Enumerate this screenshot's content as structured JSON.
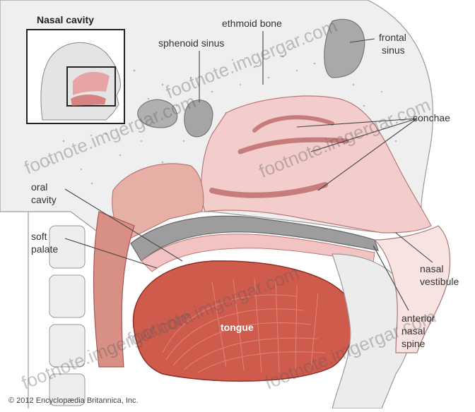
{
  "inset": {
    "title": "Nasal cavity"
  },
  "labels": {
    "ethmoid_bone": "ethmoid bone",
    "sphenoid_sinus": "sphenoid sinus",
    "frontal_sinus": [
      "frontal",
      "sinus"
    ],
    "conchae": "conchae",
    "oral_cavity": [
      "oral",
      "cavity"
    ],
    "soft_palate": [
      "soft",
      "palate"
    ],
    "nasal_vestibule": [
      "nasal",
      "vestibule"
    ],
    "anterior_nasal_spine": [
      "anterior",
      "nasal",
      "spine"
    ],
    "tongue": "tongue"
  },
  "watermark": "footnote.imgergar.com",
  "credit": "© 2012 Encyclopædia Britannica, Inc.",
  "colors": {
    "bone": "#f2f2f2",
    "bone_outline": "#9a9a9a",
    "mucosa": "#f2c9c9",
    "tissue": "#e8a9a0",
    "muscle": "#c9574a",
    "dark_tissue": "#a8a8a8"
  }
}
